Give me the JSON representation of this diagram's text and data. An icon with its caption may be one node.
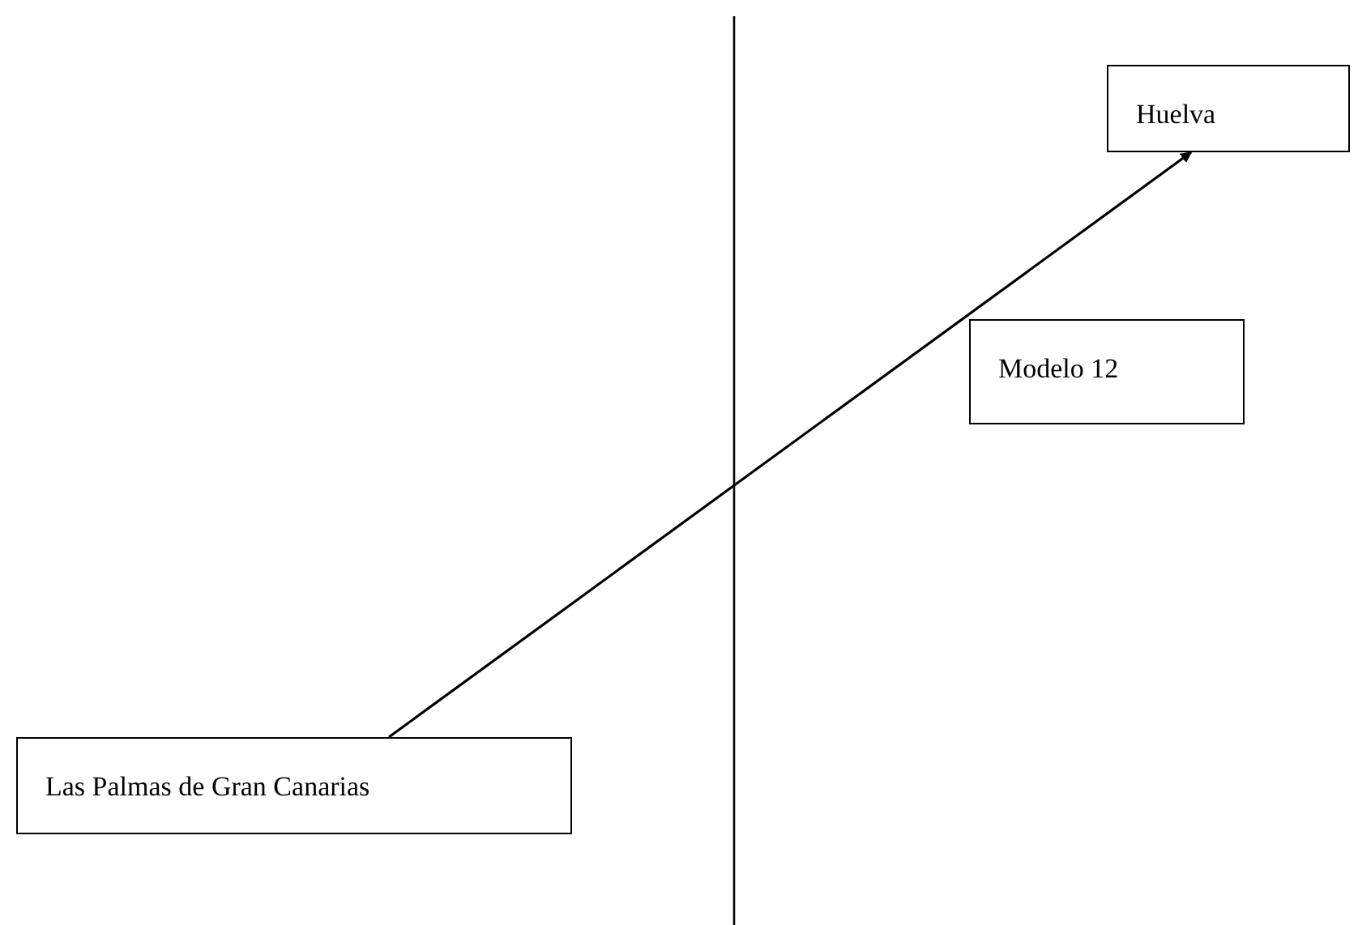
{
  "diagram": {
    "nodes": [
      {
        "text": [
          "Las Palmas de Gran Canarias"
        ]
      },
      {
        "text": [
          "Modelo 12"
        ]
      },
      {
        "text": [
          "Huelva"
        ]
      }
    ],
    "edges": [
      {
        "from": 0,
        "to": 2,
        "arrow": "to"
      }
    ]
  }
}
